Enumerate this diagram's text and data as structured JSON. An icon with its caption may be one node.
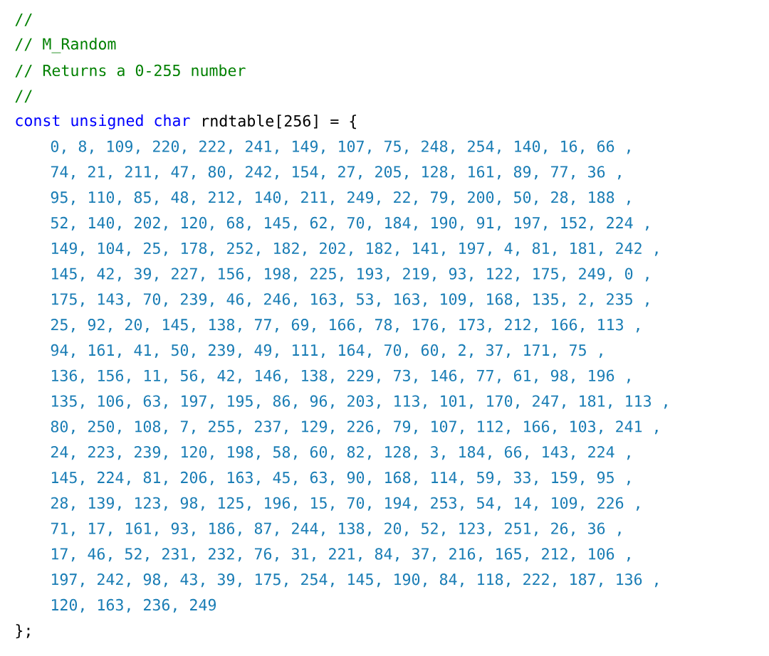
{
  "diagram": {
    "labels": [
      "//",
      "// M_Random",
      "// Returns a 0-255 number",
      "//",
      "const unsigned char",
      "rndtable[256] = {",
      "0, 8, 109, 220, 222, 241, 149, 107, 75, 248, 254, 140, 16, 66 ,",
      "74, 21, 211, 47, 80, 242, 154, 27, 205, 128, 161, 89, 77, 36 ,",
      "95, 110, 85, 48, 212, 140, 211, 249, 22, 79, 200, 50, 28, 188 ,",
      "52, 140, 202, 120, 68, 145, 62, 70, 184, 190, 91, 197, 152, 224 ,",
      "149, 104, 25, 178, 252, 182, 202, 182, 141, 197, 4, 81, 181, 242 ,",
      "145, 42, 39, 227, 156, 198, 225, 193, 219, 93, 122, 175, 249, 0 ,",
      "175, 143, 70, 239, 46, 246, 163, 53, 163, 109, 168, 135, 2, 235 ,",
      "25, 92, 20, 145, 138, 77, 69, 166, 78, 176, 173, 212, 166, 113 ,",
      "94, 161, 41, 50, 239, 49, 111, 164, 70, 60, 2, 37, 171, 75 ,",
      "136, 156, 11, 56, 42, 146, 138, 229, 73, 146, 77, 61, 98, 196 ,",
      "135, 106, 63, 197, 195, 86, 96, 203, 113, 101, 170, 247, 181, 113 ,",
      "80, 250, 108, 7, 255, 237, 129, 226, 79, 107, 112, 166, 103, 241 ,",
      "24, 223, 239, 120, 198, 58, 60, 82, 128, 3, 184, 66, 143, 224 ,",
      "145, 224, 81, 206, 163, 45, 63, 90, 168, 114, 59, 33, 159, 95 ,",
      "28, 139, 123, 98, 125, 196, 15, 70, 194, 253, 54, 14, 109, 226 ,",
      "71, 17, 161, 93, 186, 87, 244, 138, 20, 52, 123, 251, 26, 36 ,",
      "17, 46, 52, 231, 232, 76, 31, 221, 84, 37, 216, 165, 212, 106 ,",
      "197, 242, 98, 43, 39, 175, 254, 145, 190, 84, 118, 222, 187, 136 ,",
      "120, 163, 236, 249",
      "};"
    ]
  }
}
